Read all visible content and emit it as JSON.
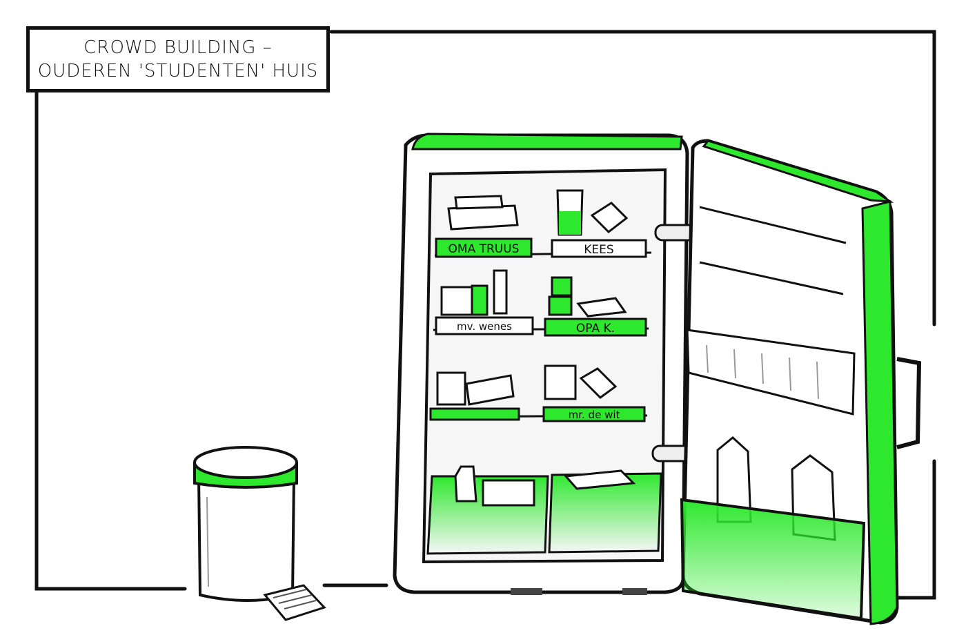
{
  "title": {
    "line1": "CROWD BUILDING –",
    "line2": "OUDEREN 'STUDENTEN' HUIS"
  },
  "shelf_labels": {
    "oma_truus": "OMA TRUUS",
    "kees": "KEES",
    "mv_wenes": "mv. wenes",
    "opa_k": "OPA K.",
    "mr_de_wit": "mr. de wit"
  },
  "colors": {
    "accent": "#2ee82e",
    "ink": "#111111"
  }
}
